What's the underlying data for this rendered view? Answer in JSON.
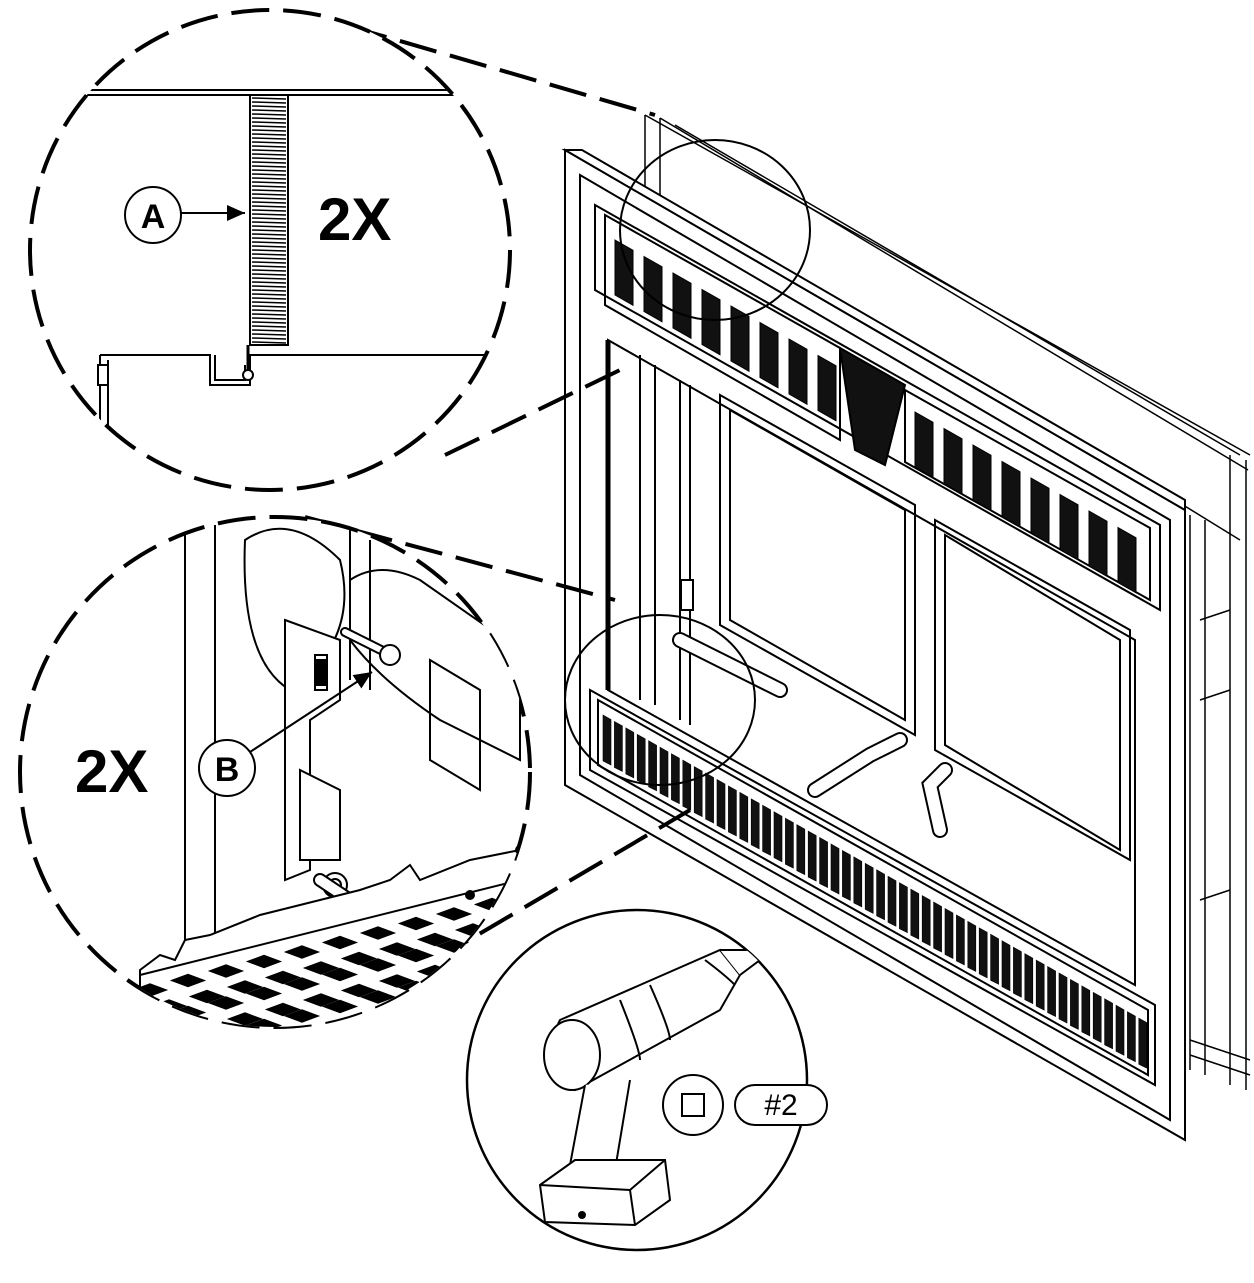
{
  "figure": {
    "detail_a": {
      "callout_letter": "A",
      "quantity": "2X"
    },
    "detail_b": {
      "callout_letter": "B",
      "quantity": "2X"
    },
    "tool": {
      "name": "drill-icon",
      "bit_symbol": "square-bit-icon",
      "bit_size": "#2"
    }
  },
  "colors": {
    "line": "#000000",
    "background": "#ffffff"
  }
}
